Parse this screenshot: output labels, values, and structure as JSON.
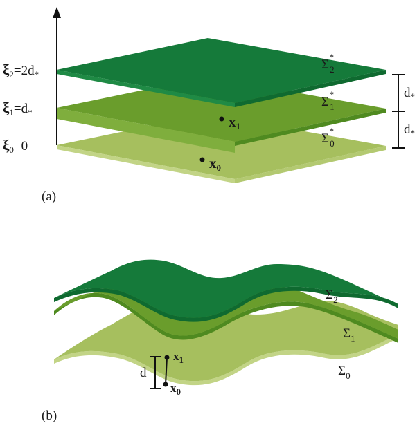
{
  "figure": {
    "panel_a": {
      "caption": "(a)",
      "levels": [
        {
          "xi": "ξ",
          "xi_sub": "0",
          "value": "=0"
        },
        {
          "xi": "ξ",
          "xi_sub": "1",
          "value": "=d",
          "value_sub": "*"
        },
        {
          "xi": "ξ",
          "xi_sub": "2",
          "value": "=2d",
          "value_sub": "*"
        }
      ],
      "surfaces": [
        {
          "sym": "Σ",
          "sub": "0",
          "sup": "*",
          "color": "#a6bf5e"
        },
        {
          "sym": "Σ",
          "sub": "1",
          "sup": "*",
          "color": "#6a9d2c"
        },
        {
          "sym": "Σ",
          "sub": "2",
          "sup": "*",
          "color": "#157a3a"
        }
      ],
      "points": [
        {
          "base": "x",
          "sub": "1"
        },
        {
          "base": "x",
          "sub": "0"
        }
      ],
      "spacing": [
        {
          "base": "d",
          "sub": "*"
        },
        {
          "base": "d",
          "sub": "*"
        }
      ]
    },
    "panel_b": {
      "caption": "(b)",
      "surfaces": [
        {
          "sym": "Σ",
          "sub": "2",
          "color": "#157a3a"
        },
        {
          "sym": "Σ",
          "sub": "1",
          "color": "#6a9d2c"
        },
        {
          "sym": "Σ",
          "sub": "0",
          "color": "#a6bf5e"
        }
      ],
      "points": [
        {
          "base": "x",
          "sub": "1"
        },
        {
          "base": "x",
          "sub": "0"
        }
      ],
      "distance_label": "d"
    }
  }
}
